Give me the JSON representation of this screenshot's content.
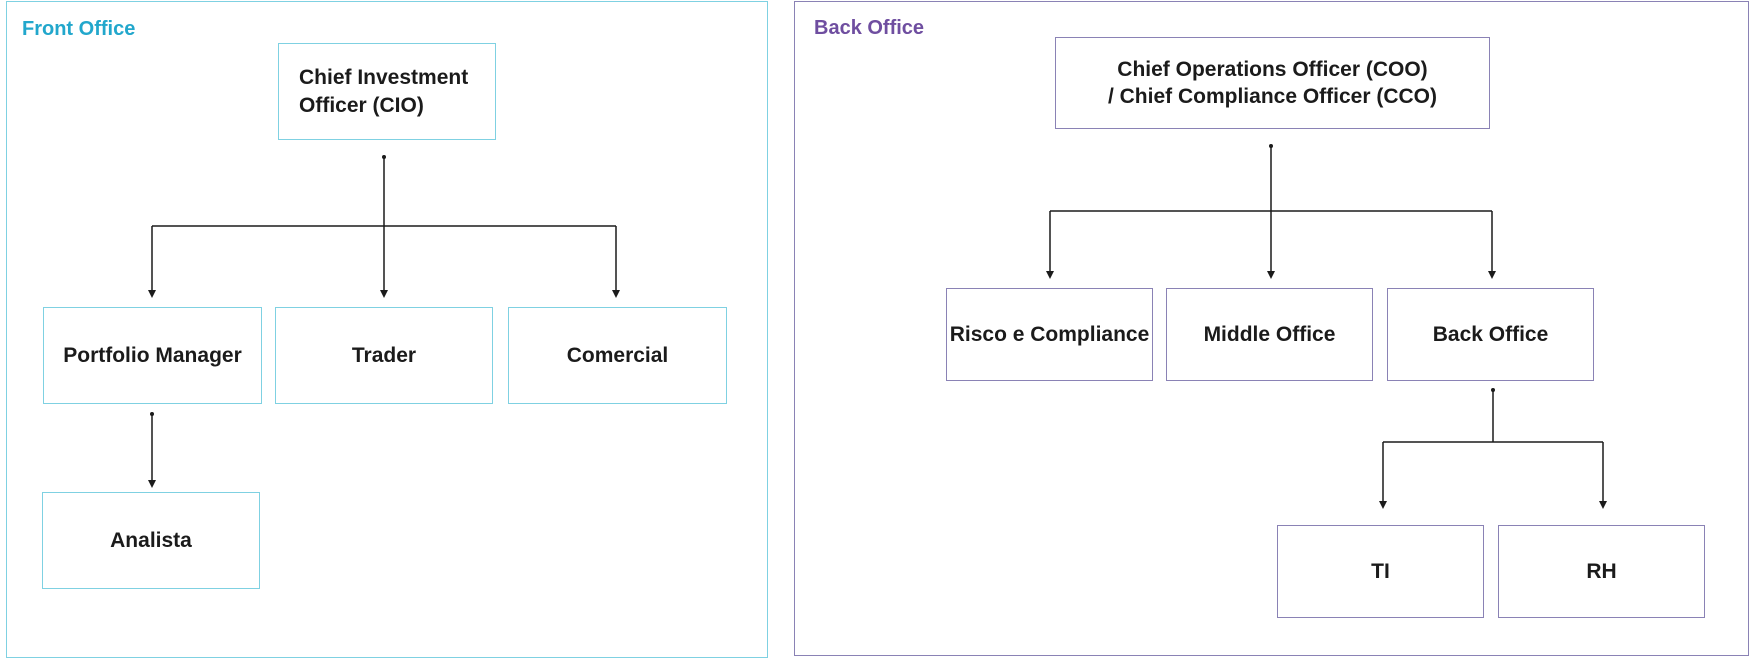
{
  "front_office": {
    "title": "Front Office",
    "color": "#22a7cc",
    "border_color": "#7fd1e2",
    "nodes": {
      "cio": [
        "Chief Investment",
        "Officer (CIO)"
      ],
      "portfolio_manager": "Portfolio Manager",
      "trader": "Trader",
      "comercial": "Comercial",
      "analista": "Analista"
    }
  },
  "back_office": {
    "title": "Back Office",
    "color": "#6f4ea0",
    "border_color": "#8a82b5",
    "nodes": {
      "coo_cco": [
        "Chief Operations Officer (COO)",
        "/ Chief Compliance Officer (CCO)"
      ],
      "risco_compliance": "Risco e Compliance",
      "middle_office": "Middle Office",
      "back_office": "Back Office",
      "ti": "TI",
      "rh": "RH"
    }
  },
  "edges": [
    [
      "cio",
      "portfolio_manager"
    ],
    [
      "cio",
      "trader"
    ],
    [
      "cio",
      "comercial"
    ],
    [
      "portfolio_manager",
      "analista"
    ],
    [
      "coo_cco",
      "risco_compliance"
    ],
    [
      "coo_cco",
      "middle_office"
    ],
    [
      "coo_cco",
      "back_office"
    ],
    [
      "back_office",
      "ti"
    ],
    [
      "back_office",
      "rh"
    ]
  ]
}
